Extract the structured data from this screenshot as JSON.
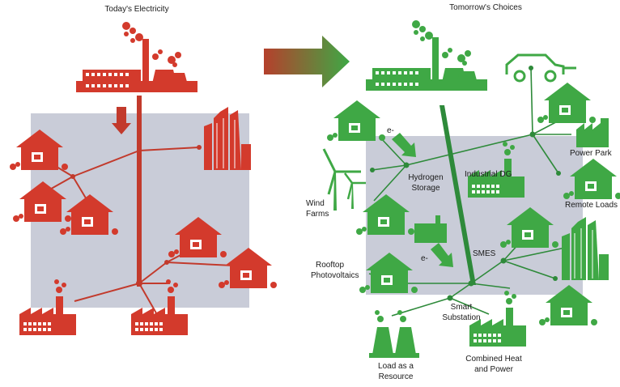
{
  "left_panel": {
    "title": "Today's Electricity"
  },
  "right_panel": {
    "title": "Tomorrow's Choices",
    "labels": {
      "electron_1": "e-",
      "electron_2": "e-",
      "hydrogen_storage_1": "Hydrogen",
      "hydrogen_storage_2": "Storage",
      "industrial_dg": "Industrial DG",
      "wind_farms_1": "Wind",
      "wind_farms_2": "Farms",
      "power_park": "Power Park",
      "remote_loads": "Remote Loads",
      "smes": "SMES",
      "rooftop_pv_1": "Rooftop",
      "rooftop_pv_2": "Photovoltaics",
      "smart_substation_1": "Smart",
      "smart_substation_2": "Substation",
      "load_resource_1": "Load as a",
      "load_resource_2": "Resource",
      "chp_1": "Combined Heat",
      "chp_2": "and Power"
    }
  },
  "colors": {
    "today": "#d33a2c",
    "tomorrow": "#3fa845",
    "tomorrow_dark": "#2e8a3a",
    "panel_bg": "#c9ccd8",
    "arrow_start": "#b5402c",
    "arrow_end": "#3ea845"
  }
}
